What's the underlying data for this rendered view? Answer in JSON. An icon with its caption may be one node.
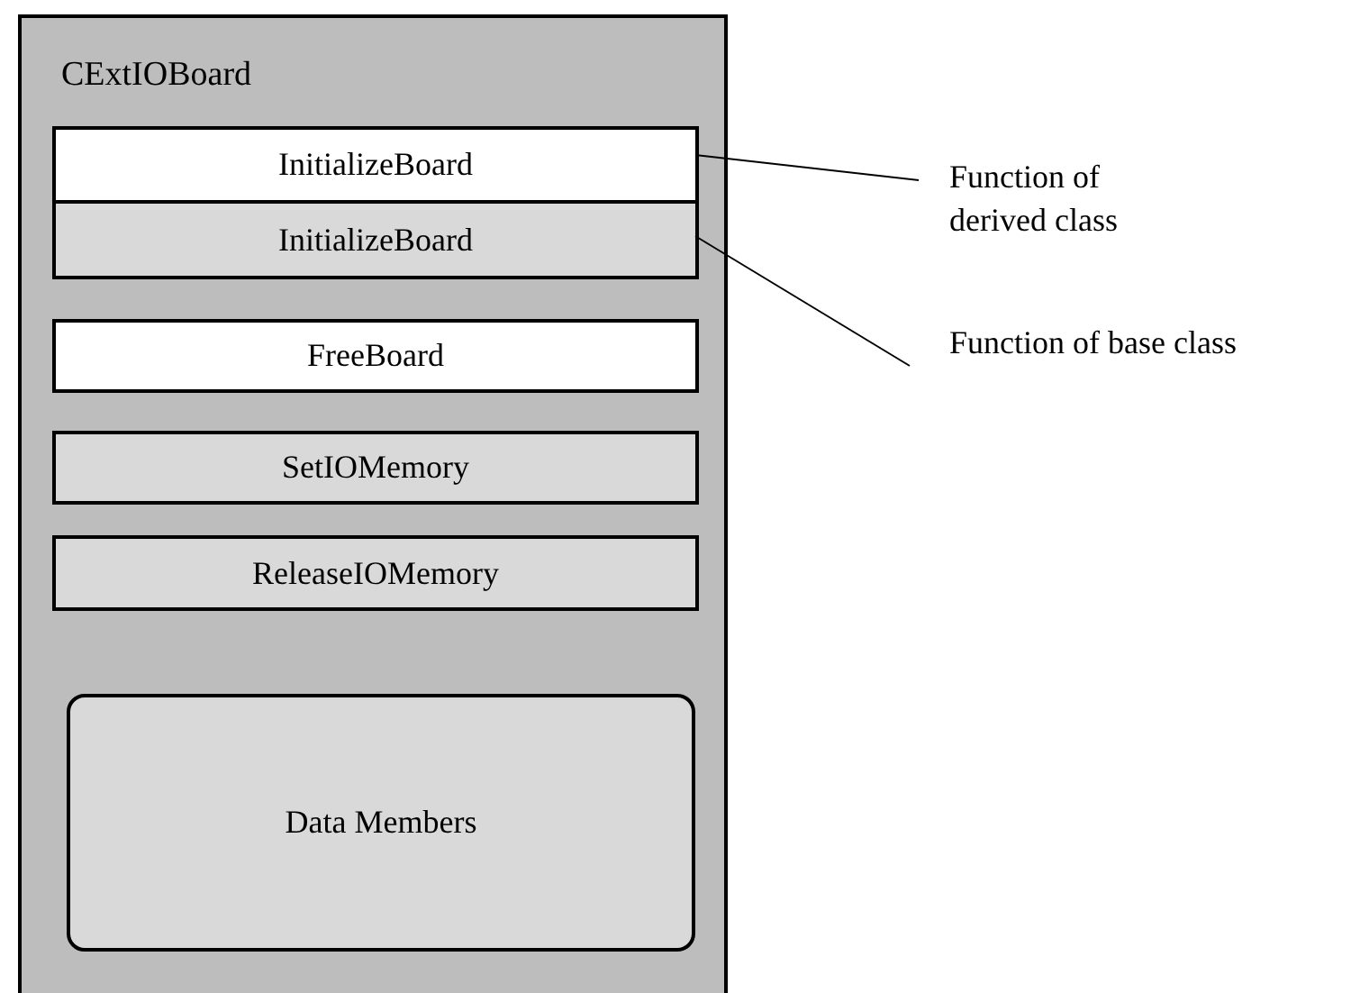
{
  "diagram": {
    "nodes": [
      {
        "text": [
          "CExtIOBoard"
        ]
      },
      {
        "text": [
          "InitializeBoard"
        ],
        "in": 0
      },
      {
        "text": [
          "InitializeBoard"
        ],
        "in": 0
      },
      {
        "text": [
          "FreeBoard"
        ],
        "in": 0
      },
      {
        "text": [
          "SetIOMemory"
        ],
        "in": 0
      },
      {
        "text": [
          "ReleaseIOMemory"
        ],
        "in": 0
      },
      {
        "text": [
          "Data Members"
        ],
        "in": 0
      },
      {
        "text": [
          "Function of derived class"
        ]
      },
      {
        "text": [
          "Function of base class"
        ]
      }
    ],
    "edges": [
      {
        "from": 7,
        "to": 1,
        "arrow": "none"
      },
      {
        "from": 8,
        "to": 2,
        "arrow": "none"
      }
    ]
  }
}
